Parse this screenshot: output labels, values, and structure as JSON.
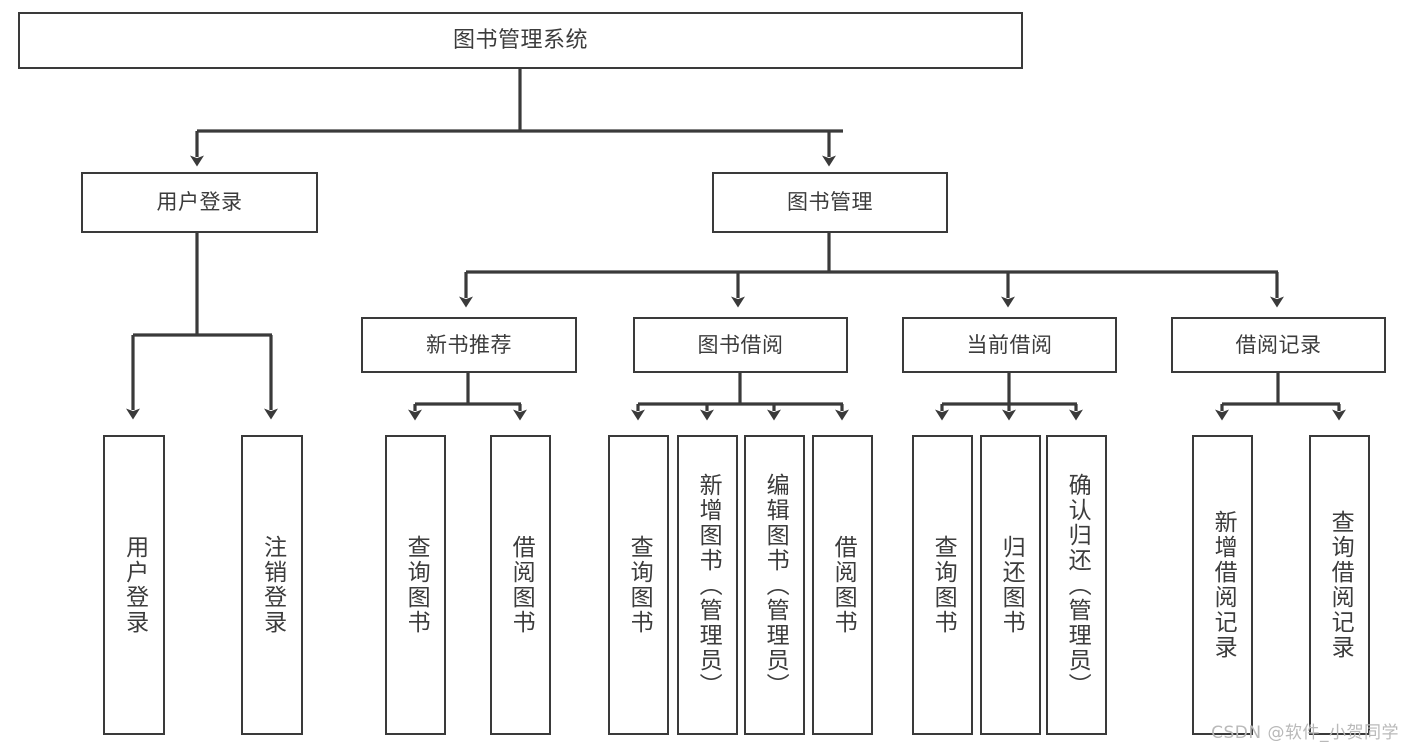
{
  "diagram": {
    "title": "图书管理系统",
    "type": "tree",
    "watermark": "CSDN @软件_小贺同学",
    "colors": {
      "background": "#ffffff",
      "box_border": "#3a3a3a",
      "box_fill": "#ffffff",
      "text": "#3c3c3c",
      "connector": "#3a3a3a",
      "watermark": "#b9b9b9"
    },
    "root": {
      "label": "图书管理系统"
    },
    "level2": [
      {
        "id": "user-login",
        "label": "用户登录"
      },
      {
        "id": "book-manage",
        "label": "图书管理"
      }
    ],
    "level3": [
      {
        "id": "new-book-recommend",
        "label": "新书推荐",
        "parent": "book-manage"
      },
      {
        "id": "book-borrow",
        "label": "图书借阅",
        "parent": "book-manage"
      },
      {
        "id": "current-borrow",
        "label": "当前借阅",
        "parent": "book-manage"
      },
      {
        "id": "borrow-record",
        "label": "借阅记录",
        "parent": "book-manage"
      }
    ],
    "leaves": [
      {
        "id": "leaf-user-login",
        "label": "用户登录",
        "parent": "user-login"
      },
      {
        "id": "leaf-logout-login",
        "label": "注销登录",
        "parent": "user-login"
      },
      {
        "id": "leaf-query-book-1",
        "label": "查询图书",
        "parent": "new-book-recommend"
      },
      {
        "id": "leaf-borrow-book-1",
        "label": "借阅图书",
        "parent": "new-book-recommend"
      },
      {
        "id": "leaf-query-book-2",
        "label": "查询图书",
        "parent": "book-borrow"
      },
      {
        "id": "leaf-add-book",
        "label": "新增图书（管理员）",
        "parent": "book-borrow"
      },
      {
        "id": "leaf-edit-book",
        "label": "编辑图书（管理员）",
        "parent": "book-borrow"
      },
      {
        "id": "leaf-borrow-book-2",
        "label": "借阅图书",
        "parent": "book-borrow"
      },
      {
        "id": "leaf-query-book-3",
        "label": "查询图书",
        "parent": "current-borrow"
      },
      {
        "id": "leaf-return-book",
        "label": "归还图书",
        "parent": "current-borrow"
      },
      {
        "id": "leaf-confirm-return",
        "label": "确认归还（管理员）",
        "parent": "current-borrow"
      },
      {
        "id": "leaf-add-record",
        "label": "新增借阅记录",
        "parent": "borrow-record"
      },
      {
        "id": "leaf-query-record",
        "label": "查询借阅记录",
        "parent": "borrow-record"
      }
    ]
  }
}
